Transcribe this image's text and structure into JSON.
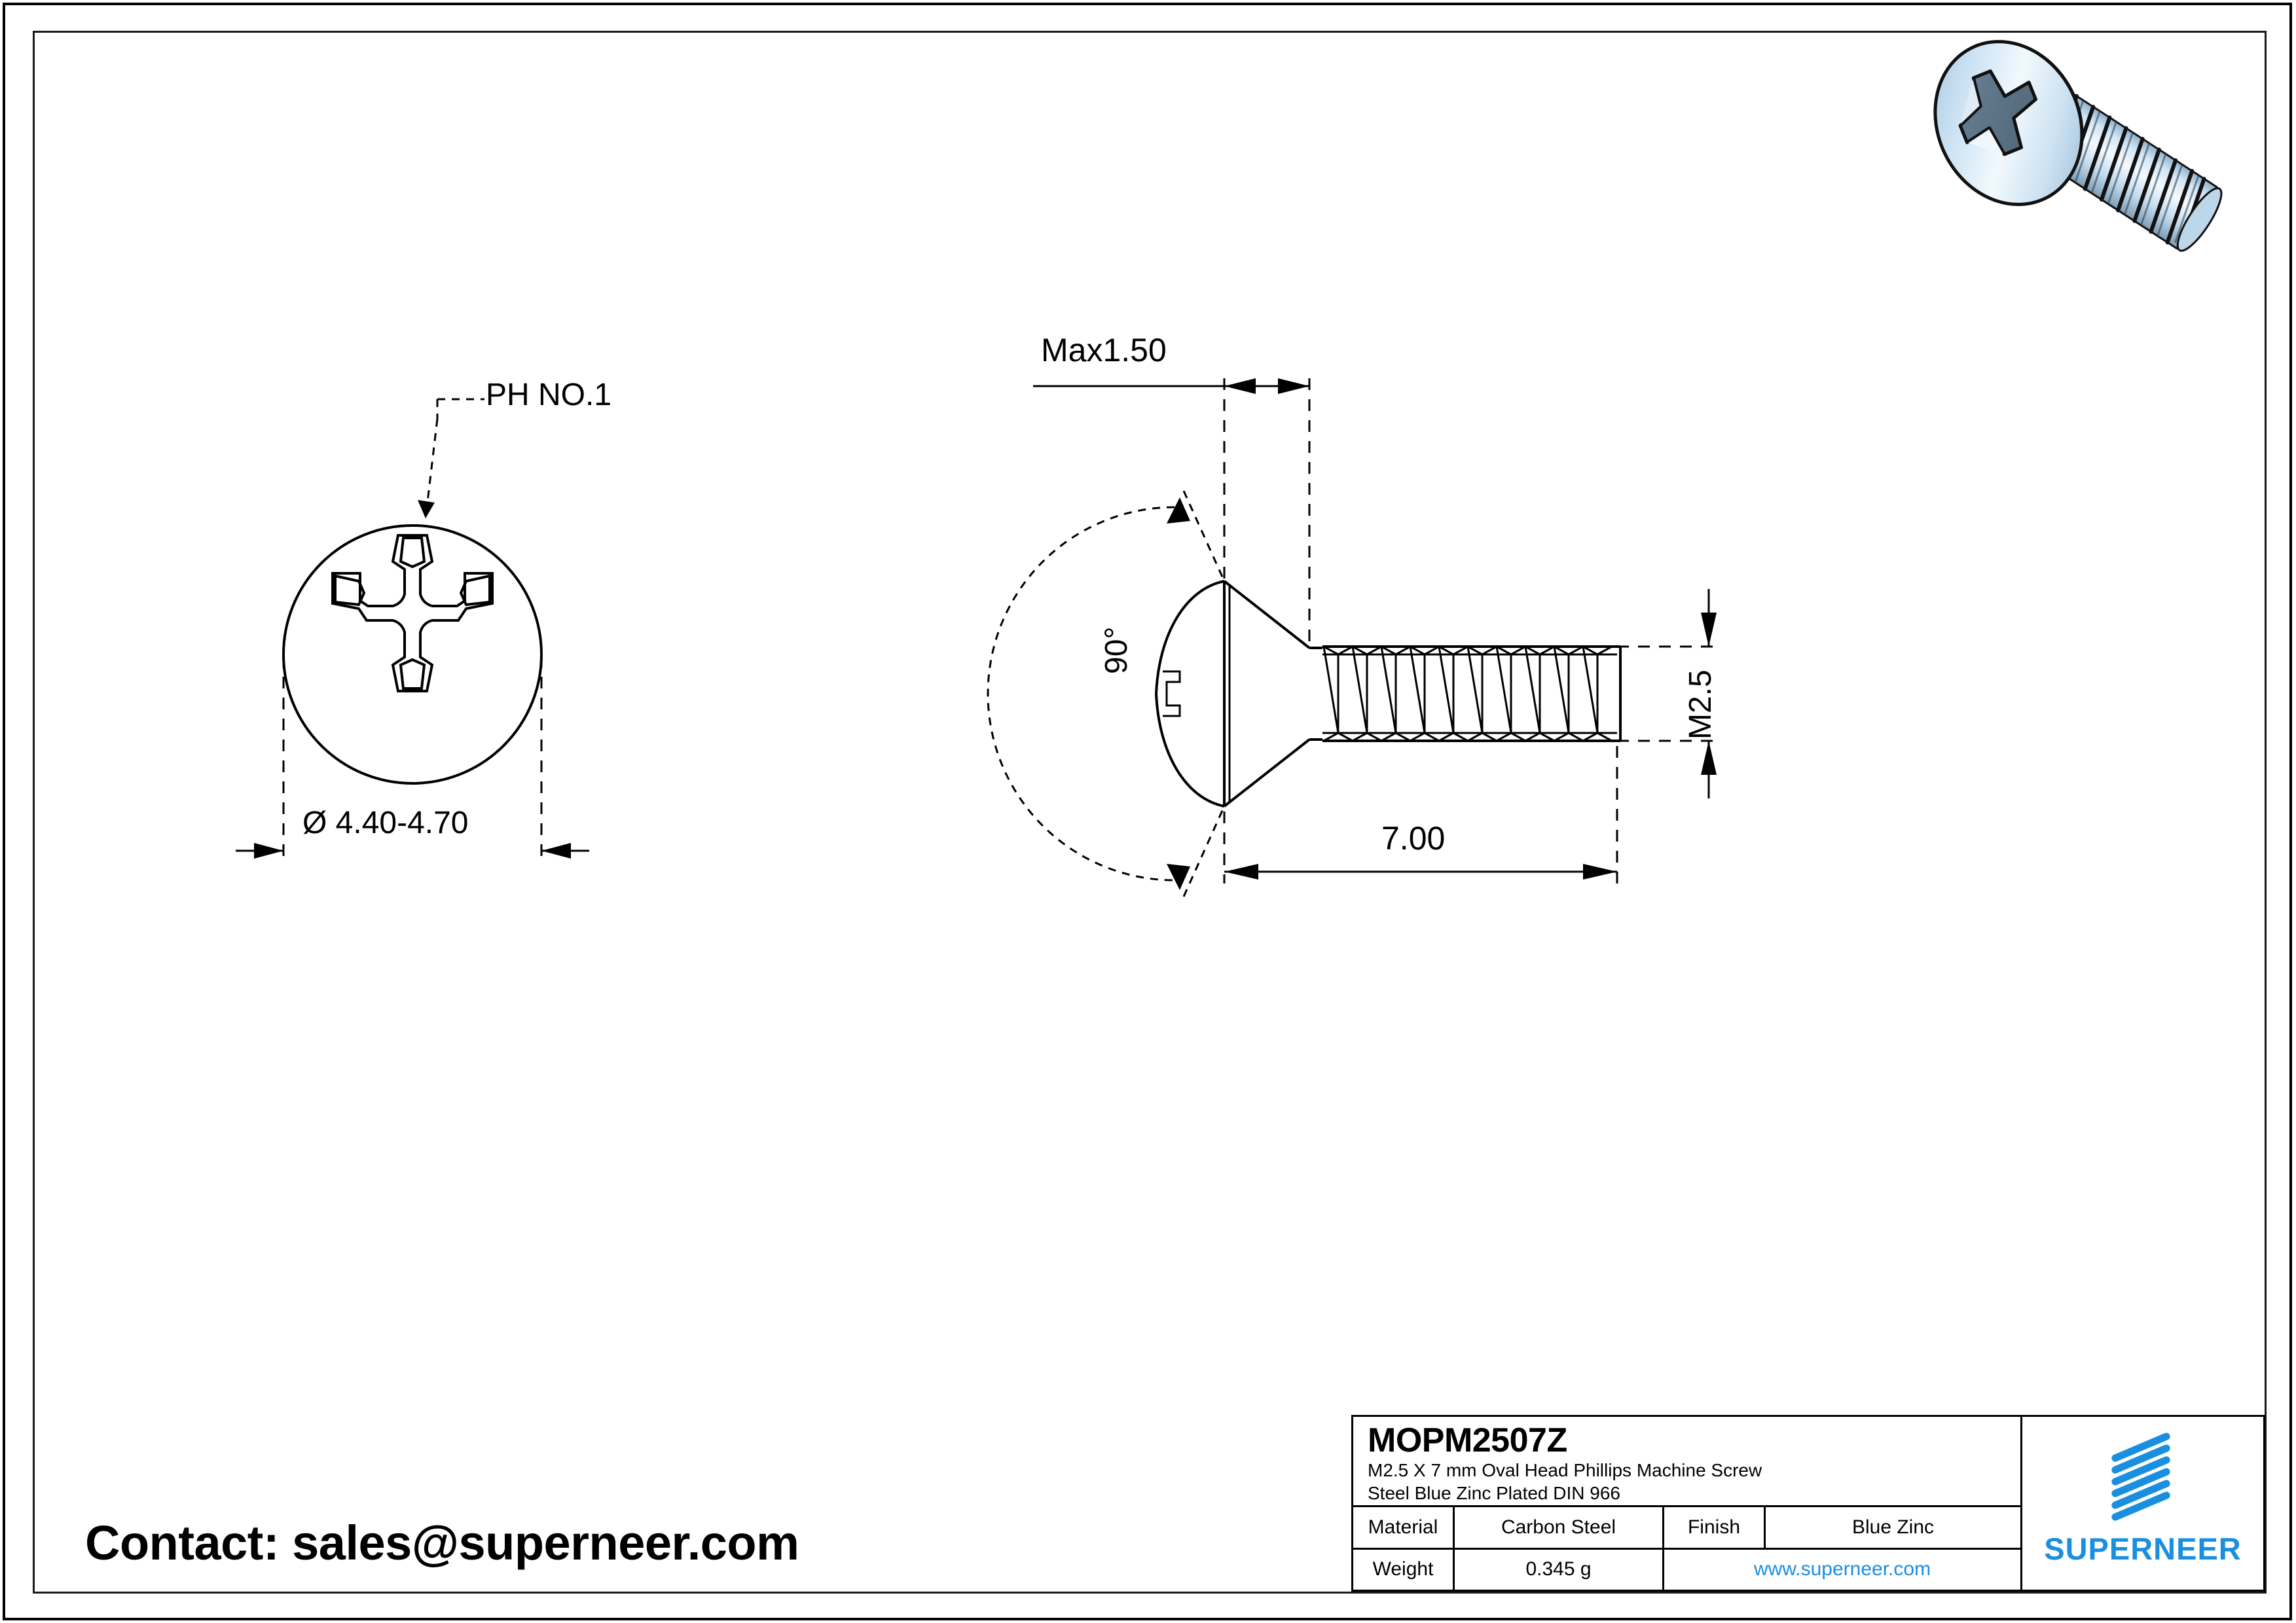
{
  "sheet": {
    "background": "#ffffff",
    "border_color": "#000000"
  },
  "contact": {
    "text": "Contact: sales@superneer.com"
  },
  "front_view": {
    "callout_label": "PH NO.1",
    "diameter_dimension": "Ø 4.40-4.70",
    "icon": "phillips-cross-recess"
  },
  "side_view": {
    "head_height_dimension": "Max1.50",
    "head_angle_dimension": "90°",
    "thread_dimension": "M2.5",
    "length_dimension": "7.00"
  },
  "render": {
    "icon": "oval-head-phillips-screw-3d",
    "body_color": "#b9d4ea",
    "highlight_color": "#eef6fc",
    "shadow_color": "#7f98ad"
  },
  "title_block": {
    "part_number": "MOPM2507Z",
    "description_line_1": "M2.5 X 7 mm  Oval Head Phillips Machine Screw",
    "description_line_2": "Steel Blue Zinc Plated DIN 966",
    "rows": [
      {
        "label": "Material",
        "value": "Carbon Steel",
        "label2": "Finish",
        "value2": "Blue Zinc"
      },
      {
        "label": "Weight",
        "value": "0.345 g",
        "website": "www.superneer.com"
      }
    ],
    "brand": {
      "name": "SUPERNEER",
      "color": "#1a8fe0",
      "mark": "striped-parallelogram-logo"
    }
  }
}
